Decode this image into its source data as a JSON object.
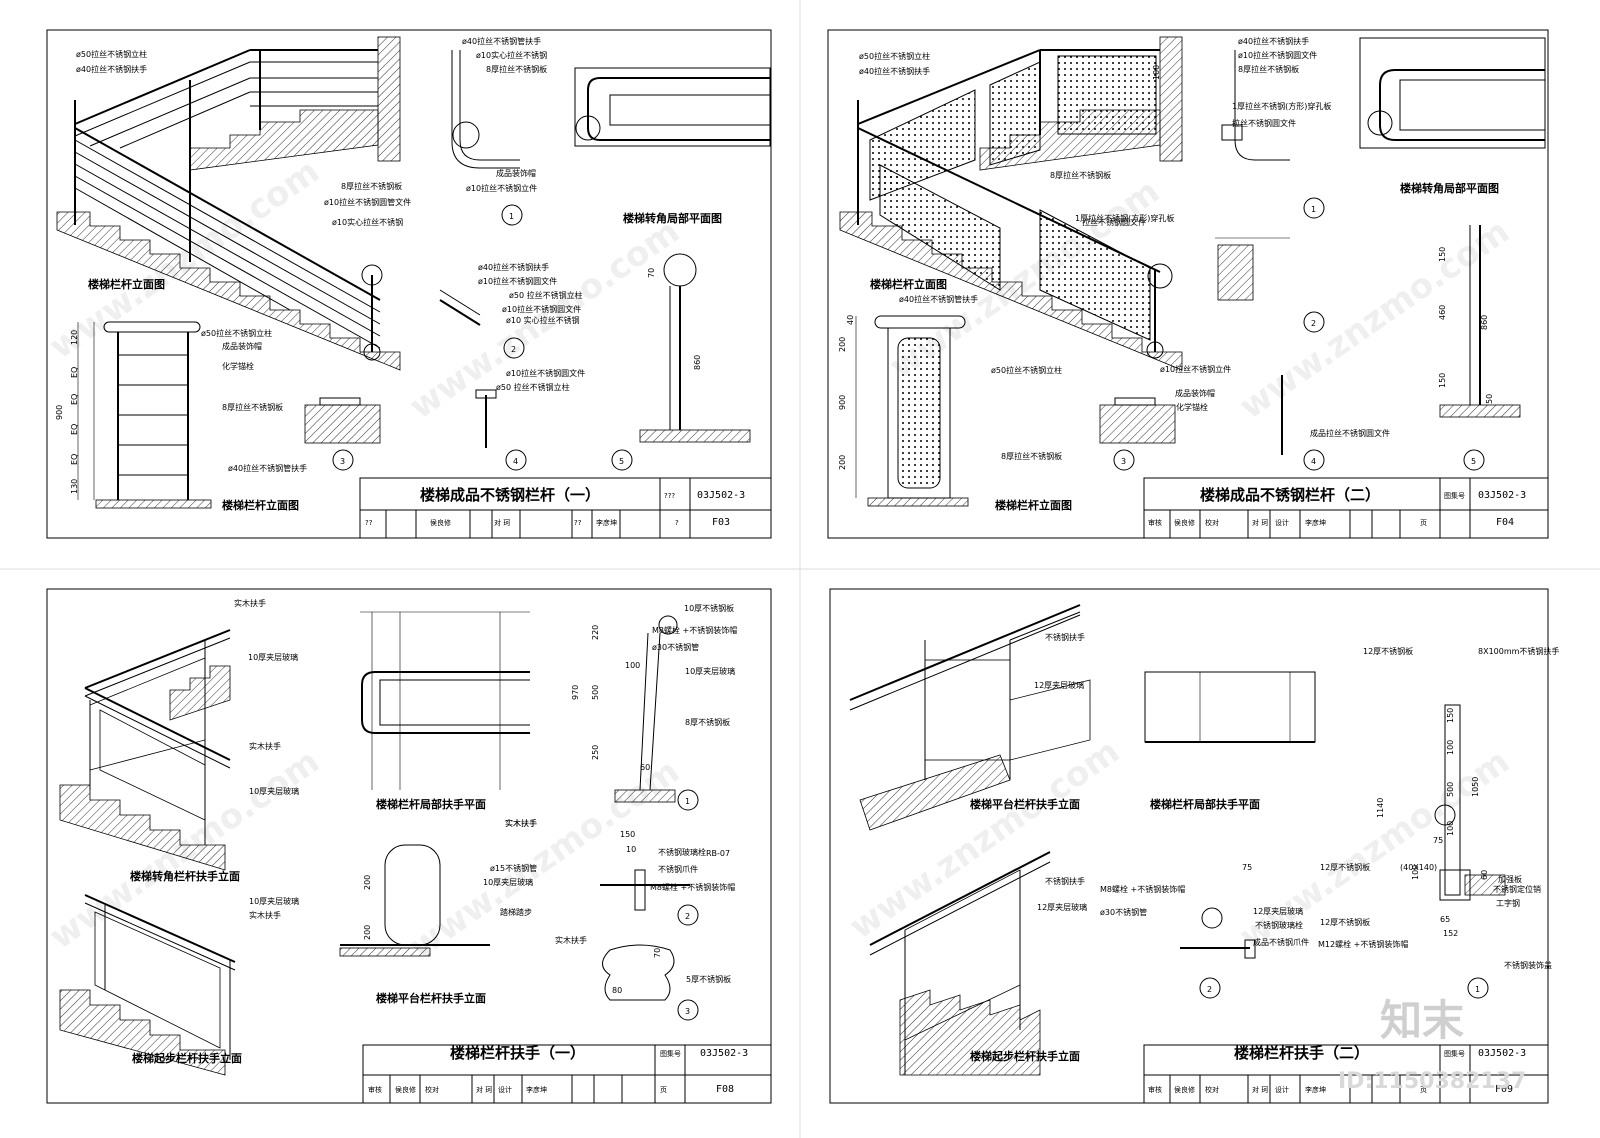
{
  "sheets": [
    {
      "title": "楼梯成品不锈钢栏杆（一）",
      "code": "03J502-3",
      "atlas_label": "???",
      "page": "F03",
      "titleblock": [
        "??",
        "侯良修",
        "对 珂",
        "??",
        "李彦坤",
        "?"
      ],
      "captions": [
        "楼梯栏杆立面图",
        "楼梯栏杆立面图",
        "楼梯转角局部平面图"
      ],
      "detail_numbers": [
        "1",
        "2",
        "3",
        "4",
        "5"
      ],
      "labels": [
        "ø50拉丝不锈钢立柱",
        "ø40拉丝不锈钢扶手",
        "8厚拉丝不锈钢板",
        "ø10拉丝不锈钢圆管文件",
        "ø10实心拉丝不锈钢",
        "ø40拉丝不锈钢管扶手",
        "ø10实心拉丝不锈钢",
        "8厚拉丝不锈钢板",
        "成品装饰帽",
        "ø10拉丝不锈钢立件",
        "ø40拉丝不锈钢扶手",
        "ø10拉丝不锈钢圆文件",
        "ø50 拉丝不锈钢立柱",
        "ø10拉丝不锈钢圆文件",
        "ø10 实心拉丝不锈钢",
        "ø50拉丝不锈钢立柱",
        "成品装饰帽",
        "化学锚栓",
        "8厚拉丝不锈钢板",
        "ø40拉丝不锈钢管扶手",
        "ø10拉丝不锈钢圆文件",
        "ø50 拉丝不锈钢立柱"
      ],
      "dims": [
        "120",
        "EQ",
        "EQ",
        "EQ",
        "EQ",
        "130",
        "900",
        "70",
        "860"
      ]
    },
    {
      "title": "楼梯成品不锈钢栏杆（二）",
      "code": "03J502-3",
      "atlas_label": "图集号",
      "page": "F04",
      "titleblock": [
        "审核",
        "侯良修",
        "校对",
        "对 珂",
        "设计",
        "李彦坤",
        "页"
      ],
      "captions": [
        "楼梯栏杆立面图",
        "楼梯栏杆立面图",
        "楼梯转角局部平面图"
      ],
      "detail_numbers": [
        "1",
        "2",
        "3",
        "4",
        "5"
      ],
      "labels": [
        "ø50拉丝不锈钢立柱",
        "ø40拉丝不锈钢扶手",
        "8厚拉丝不锈钢板",
        "拉丝不锈钢圆文件",
        "1厚拉丝不锈钢(方形)穿孔板",
        "ø40拉丝不锈钢扶手",
        "ø10拉丝不锈钢圆文件",
        "8厚拉丝不锈钢板",
        "1厚拉丝不锈钢(方形)穿孔板",
        "拉丝不锈钢圆文件",
        "ø10拉丝不锈钢立件",
        "ø40拉丝不锈钢管扶手",
        "ø50拉丝不锈钢立柱",
        "成品装饰帽",
        "化学锚栓",
        "8厚拉丝不锈钢板",
        "成品拉丝不锈钢圆文件"
      ],
      "dims": [
        "200",
        "900",
        "200",
        "150",
        "460",
        "860",
        "150",
        "50",
        "40",
        "100"
      ]
    },
    {
      "title": "楼梯栏杆扶手（一）",
      "code": "03J502-3",
      "atlas_label": "图集号",
      "page": "F08",
      "titleblock": [
        "审核",
        "侯良修",
        "校对",
        "对 珂",
        "设计",
        "李彦坤",
        "页"
      ],
      "captions": [
        "楼梯转角栏杆扶手立面",
        "楼梯起步栏杆扶手立面",
        "楼梯栏杆局部扶手平面",
        "楼梯平台栏杆扶手立面"
      ],
      "detail_numbers": [
        "1",
        "2",
        "3"
      ],
      "labels": [
        "实木扶手",
        "10厚夹层玻璃",
        "实木扶手",
        "10厚夹层玻璃",
        "10厚夹层玻璃",
        "实木扶手",
        "实木扶手",
        "10厚不锈钢板",
        "M8螺栓 +不锈钢装饰帽",
        "ø30不锈钢管",
        "10厚夹层玻璃",
        "8厚不锈钢板",
        "实木扶手",
        "ø15不锈钢管",
        "10厚夹层玻璃",
        "踏梯踏步",
        "不锈钢玻璃栓",
        "不锈钢爪件",
        "M8螺栓 +不锈钢装饰帽",
        "RB-07",
        "实木扶手",
        "5厚不锈钢板"
      ],
      "dims": [
        "220",
        "970",
        "500",
        "250",
        "60",
        "100",
        "150",
        "10",
        "200",
        "200",
        "70",
        "80"
      ]
    },
    {
      "title": "楼梯栏杆扶手（二）",
      "code": "03J502-3",
      "atlas_label": "图集号",
      "page": "F09",
      "titleblock": [
        "审核",
        "侯良修",
        "校对",
        "对 珂",
        "设计",
        "李彦坤",
        "页"
      ],
      "captions": [
        "楼梯平台栏杆扶手立面",
        "楼梯起步栏杆扶手立面",
        "楼梯栏杆局部扶手平面"
      ],
      "detail_numbers": [
        "1",
        "2"
      ],
      "labels": [
        "不锈钢扶手",
        "12厚夹层玻璃",
        "不锈钢扶手",
        "12厚夹层玻璃",
        "M8螺栓 +不锈钢装饰帽",
        "ø30不锈钢管",
        "12厚夹层玻璃",
        "不锈钢玻璃栓",
        "成品不锈钢爪件",
        "12厚不锈钢板",
        "8X100mm不锈钢扶手",
        "12厚不锈钢板",
        "(40X140)",
        "加强板",
        "不锈钢定位销",
        "工字钢",
        "12厚不锈钢板",
        "M12螺栓 +不锈钢装饰帽",
        "不锈钢装饰盖"
      ],
      "dims": [
        "150",
        "100",
        "500",
        "1050",
        "100",
        "75",
        "1140",
        "100",
        "65",
        "152",
        "60",
        "75"
      ]
    }
  ],
  "watermark": "www.znzmo.com",
  "logo": "知末",
  "id_text": "ID:1150382137"
}
